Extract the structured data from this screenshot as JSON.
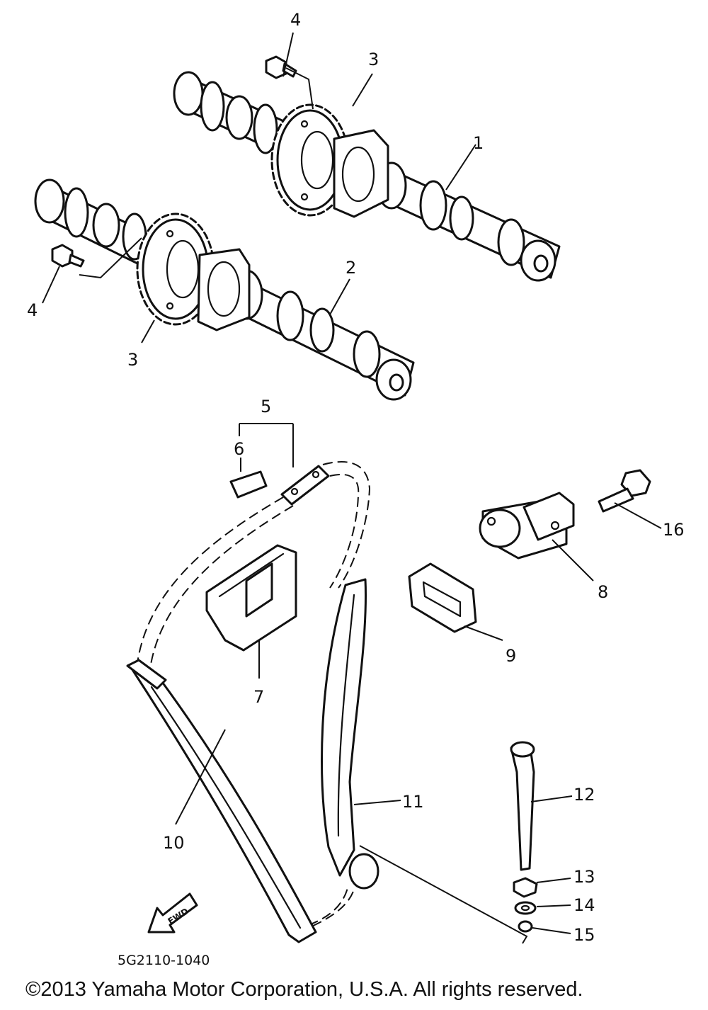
{
  "diagram": {
    "drawing_code": "5G2110-1040",
    "fwd_label": "FWD",
    "copyright": "©2013 Yamaha Motor Corporation, U.S.A. All rights reserved.",
    "callouts": {
      "c1": "1",
      "c2": "2",
      "c3a": "3",
      "c3b": "3",
      "c4a": "4",
      "c4b": "4",
      "c5": "5",
      "c6": "6",
      "c7": "7",
      "c8": "8",
      "c9": "9",
      "c10": "10",
      "c11": "11",
      "c12": "12",
      "c13": "13",
      "c14": "14",
      "c15": "15",
      "c16": "16"
    }
  }
}
